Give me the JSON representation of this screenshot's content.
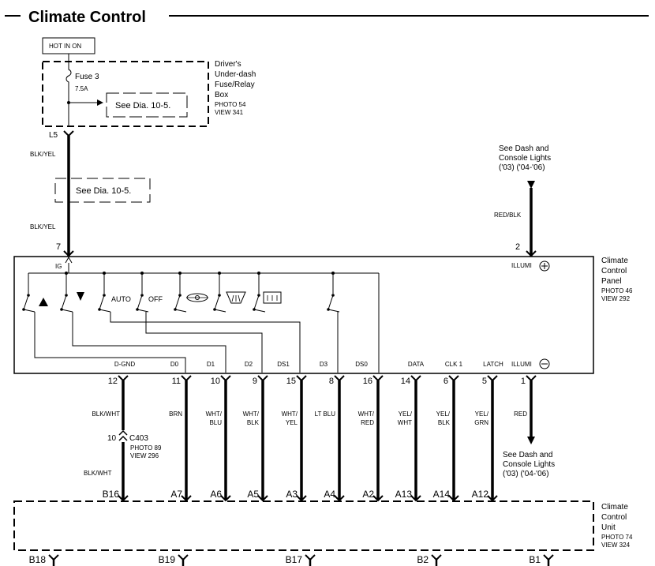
{
  "title": "Climate Control",
  "hot_label": "HOT IN ON",
  "fuse_box": {
    "fuse": "Fuse 3",
    "rating": "7.5A",
    "see": "See Dia. 10-5.",
    "name": [
      "Driver's",
      "Under-dash",
      "Fuse/Relay",
      "Box"
    ],
    "photo": "PHOTO 54",
    "view": "VIEW 341"
  },
  "l5": "L5",
  "wire_blkyel": "BLK/YEL",
  "see_mid": "See Dia. 10-5.",
  "see_dash_top": [
    "See Dash and",
    "Console Lights",
    "('03) ('04-'06)"
  ],
  "wire_redblk": "RED/BLK",
  "pin7": "7",
  "pin2": "2",
  "panel": {
    "name": [
      "Climate",
      "Control",
      "Panel"
    ],
    "photo": "PHOTO 46",
    "view": "VIEW 292",
    "ig": "IG",
    "illumi_plus": "ILLUMI",
    "illumi_minus": "ILLUMI",
    "auto": "AUTO",
    "off": "OFF",
    "terminals": [
      "D-GND",
      "D0",
      "D1",
      "D2",
      "DS1",
      "D3",
      "DS0",
      "DATA",
      "CLK 1",
      "LATCH"
    ]
  },
  "bottom_pins": [
    "12",
    "11",
    "10",
    "9",
    "15",
    "8",
    "16",
    "14",
    "6",
    "5",
    "1"
  ],
  "wire_colors": [
    [
      "BLK/WHT"
    ],
    [
      "BRN"
    ],
    [
      "WHT/",
      "BLU"
    ],
    [
      "WHT/",
      "BLK"
    ],
    [
      "WHT/",
      "YEL"
    ],
    [
      "LT BLU"
    ],
    [
      "WHT/",
      "RED"
    ],
    [
      "YEL/",
      "WHT"
    ],
    [
      "YEL/",
      "BLK"
    ],
    [
      "YEL/",
      "GRN"
    ],
    [
      "RED"
    ]
  ],
  "c403": {
    "pin": "10",
    "name": "C403",
    "photo": "PHOTO 89",
    "view": "VIEW 296"
  },
  "wire_blkwht2": "BLK/WHT",
  "see_dash_bottom": [
    "See Dash and",
    "Console Lights",
    "('03) ('04-'06)"
  ],
  "unit_pins": [
    "B16",
    "A7",
    "A6",
    "A5",
    "A3",
    "A4",
    "A2",
    "A13",
    "A14",
    "A12"
  ],
  "unit": {
    "name": [
      "Climate",
      "Control",
      "Unit"
    ],
    "photo": "PHOTO 74",
    "view": "VIEW 324"
  },
  "bottom_connectors": [
    "B18",
    "B19",
    "B17",
    "B2",
    "B1"
  ]
}
